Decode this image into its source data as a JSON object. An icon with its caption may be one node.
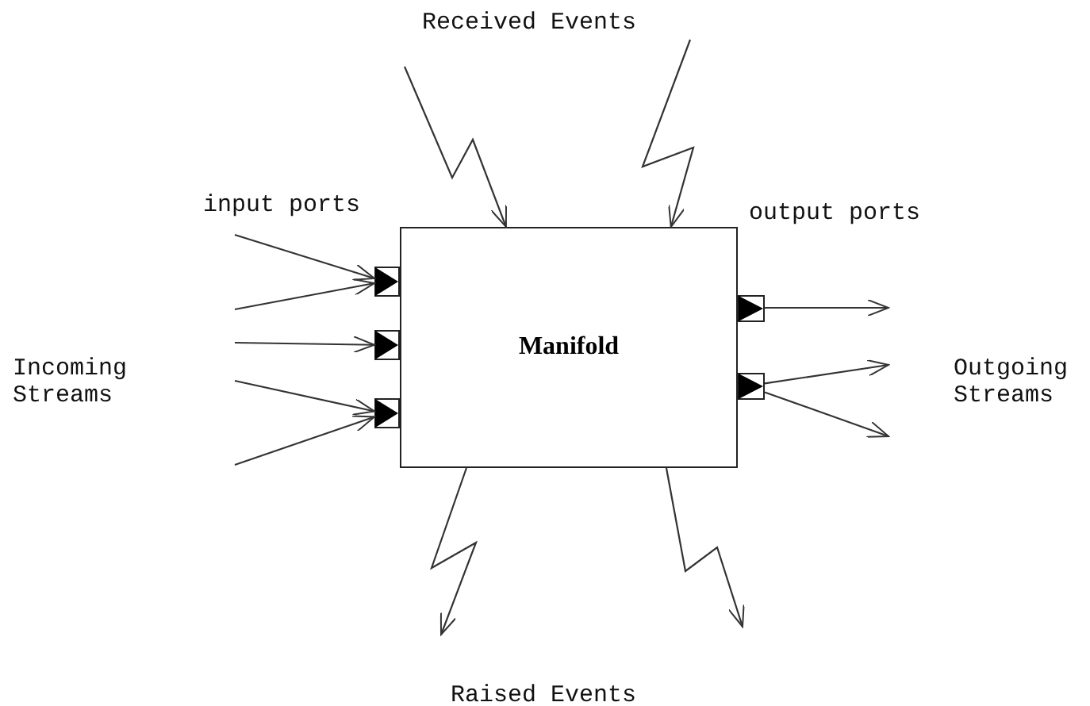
{
  "diagram": {
    "nodes": [
      {
        "text": [
          "Manifold"
        ]
      },
      {
        "text": [],
        "shape": "box"
      },
      {
        "text": [],
        "shape": "box"
      },
      {
        "text": [],
        "shape": "box"
      },
      {
        "text": [],
        "shape": "box"
      },
      {
        "text": [],
        "shape": "box"
      }
    ],
    "edges": [
      {
        "from": null,
        "to": 1,
        "arrow": "to"
      },
      {
        "from": null,
        "to": 1,
        "arrow": "to"
      },
      {
        "from": null,
        "to": 2,
        "arrow": "to"
      },
      {
        "from": null,
        "to": 3,
        "arrow": "to"
      },
      {
        "from": null,
        "to": 3,
        "arrow": "to"
      },
      {
        "from": 4,
        "to": null,
        "arrow": "to"
      },
      {
        "from": 5,
        "to": null,
        "arrow": "to"
      },
      {
        "from": 5,
        "to": null,
        "arrow": "to"
      },
      {
        "from": null,
        "to": 0,
        "arrow": "to"
      },
      {
        "from": null,
        "to": 0,
        "arrow": "to"
      },
      {
        "from": 0,
        "to": null,
        "arrow": "to"
      },
      {
        "from": 0,
        "to": null,
        "arrow": "to"
      }
    ],
    "labels": [
      "Received Events",
      "input ports",
      "output ports",
      "Incoming Streams",
      "Outgoing Streams",
      "Raised Events"
    ]
  }
}
